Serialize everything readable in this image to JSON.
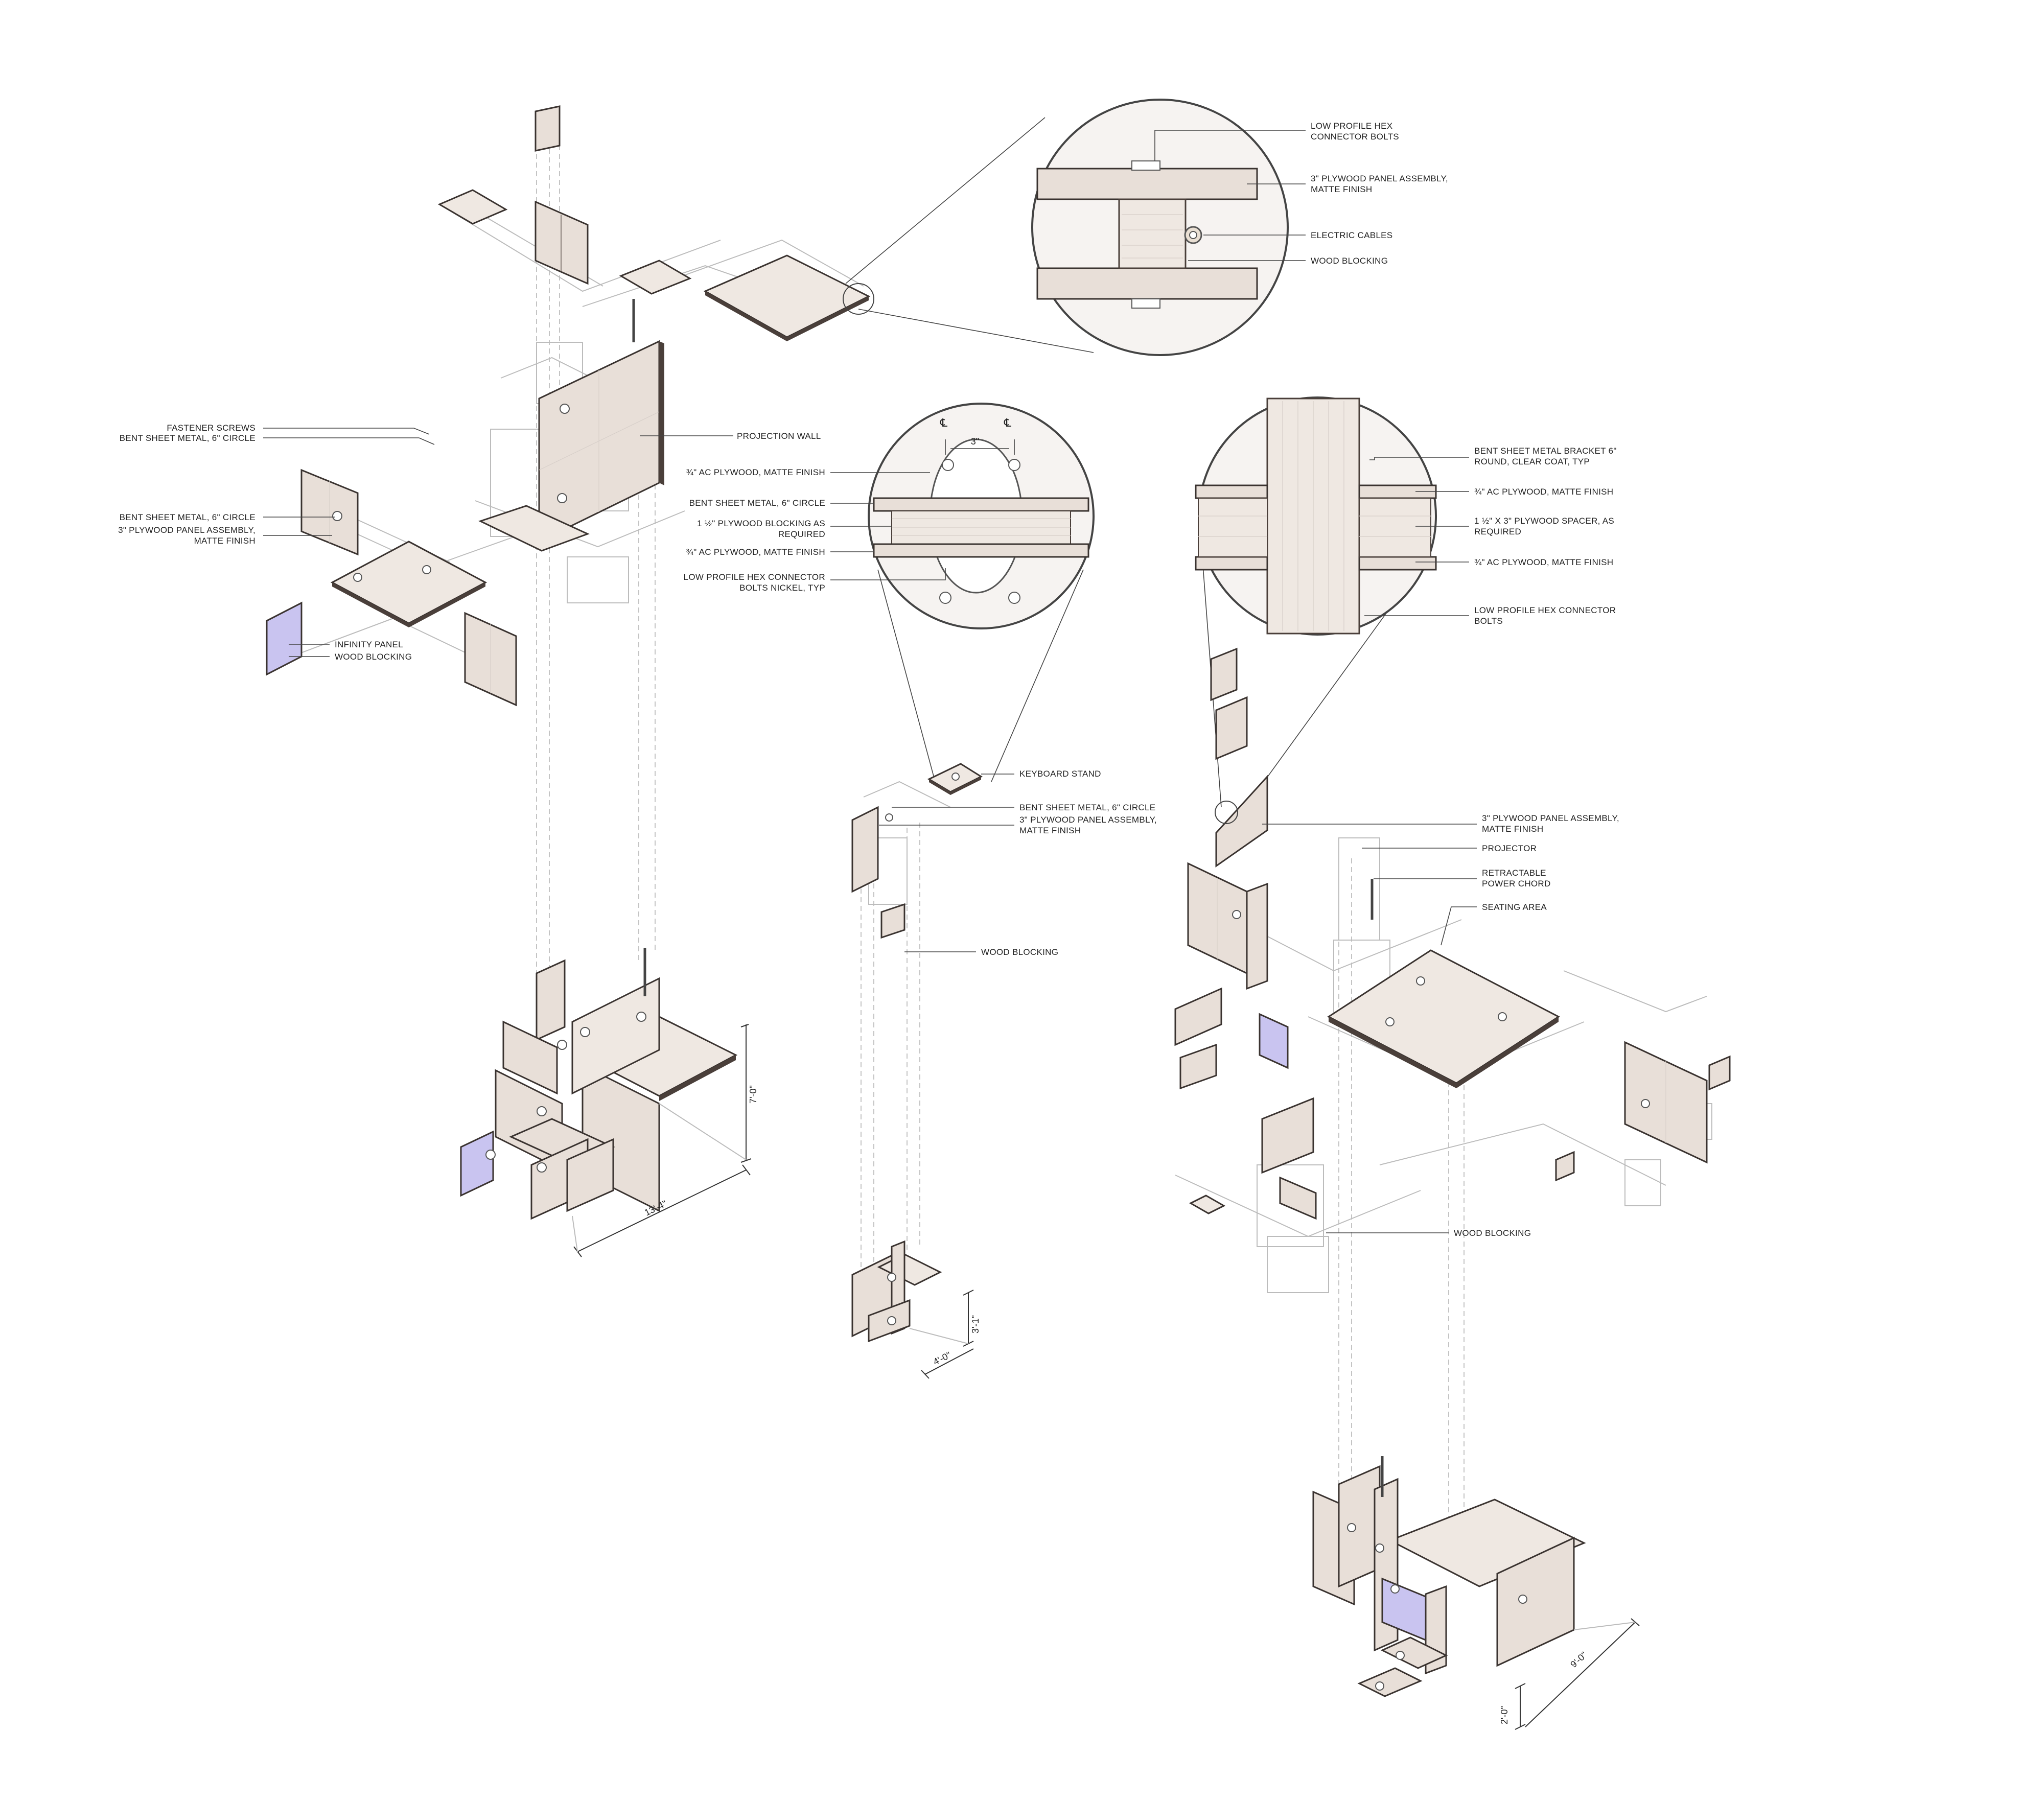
{
  "colors": {
    "plywood": "#e8dfd8",
    "plywood_light": "#efe8e2",
    "panel_edge": "#4a3f3a",
    "infinity_panel": "#c9c4f0",
    "ghost_line": "#bcbcbc"
  },
  "labels": {
    "left": {
      "fastener_screws": "FASTENER SCREWS",
      "bent_sheet_metal_a": "BENT SHEET METAL, 6\" CIRCLE",
      "projection_wall": "PROJECTION WALL",
      "bent_sheet_metal_b": "BENT SHEET METAL, 6\" CIRCLE",
      "panel_assembly_1": "3\" PLYWOOD PANEL ASSEMBLY,",
      "panel_assembly_2": "MATTE FINISH",
      "infinity_panel": "INFINITY PANEL",
      "wood_blocking": "WOOD BLOCKING"
    },
    "detail_top": {
      "hex_bolts_1": "LOW PROFILE HEX",
      "hex_bolts_2": "CONNECTOR BOLTS",
      "panel_assembly_1": "3\" PLYWOOD PANEL ASSEMBLY,",
      "panel_assembly_2": "MATTE FINISH",
      "electric_cables": "ELECTRIC CABLES",
      "wood_blocking": "WOOD BLOCKING"
    },
    "detail_mid": {
      "dim_3in": "3\"",
      "ac_plywood_a": "¾\" AC PLYWOOD, MATTE FINISH",
      "bent_sheet_metal": "BENT SHEET METAL, 6\" CIRCLE",
      "blocking_1": "1 ½\" PLYWOOD BLOCKING AS",
      "blocking_2": "REQUIRED",
      "ac_plywood_b": "¾\" AC PLYWOOD, MATTE FINISH",
      "hex_bolts_1": "LOW PROFILE HEX CONNECTOR",
      "hex_bolts_2": "BOLTS NICKEL, TYP"
    },
    "detail_right": {
      "bracket_1": "BENT SHEET METAL BRACKET 6\"",
      "bracket_2": "ROUND, CLEAR COAT, TYP",
      "ac_plywood_a": "¾\" AC PLYWOOD, MATTE FINISH",
      "spacer_1": "1 ½\" X 3\" PLYWOOD SPACER, AS",
      "spacer_2": "REQUIRED",
      "ac_plywood_b": "¾\" AC PLYWOOD, MATTE FINISH",
      "hex_bolts_1": "LOW PROFILE HEX CONNECTOR",
      "hex_bolts_2": "BOLTS"
    },
    "middle": {
      "keyboard_stand": "KEYBOARD STAND",
      "bent_sheet_metal": "BENT SHEET METAL, 6\" CIRCLE",
      "panel_assembly_1": "3\" PLYWOOD PANEL ASSEMBLY,",
      "panel_assembly_2": "MATTE FINISH",
      "wood_blocking": "WOOD BLOCKING"
    },
    "right": {
      "panel_assembly_1": "3\" PLYWOOD PANEL ASSEMBLY,",
      "panel_assembly_2": "MATTE FINISH",
      "projector": "PROJECTOR",
      "power_chord_1": "RETRACTABLE",
      "power_chord_2": "POWER CHORD",
      "seating_area": "SEATING AREA",
      "wood_blocking": "WOOD BLOCKING"
    }
  },
  "dimensions": {
    "left_height": "7'-0\"",
    "left_width": "13'-4\"",
    "middle_height": "3'-1\"",
    "middle_width": "4'-0\"",
    "right_width": "9'-0\"",
    "right_height": "2'-0\""
  }
}
